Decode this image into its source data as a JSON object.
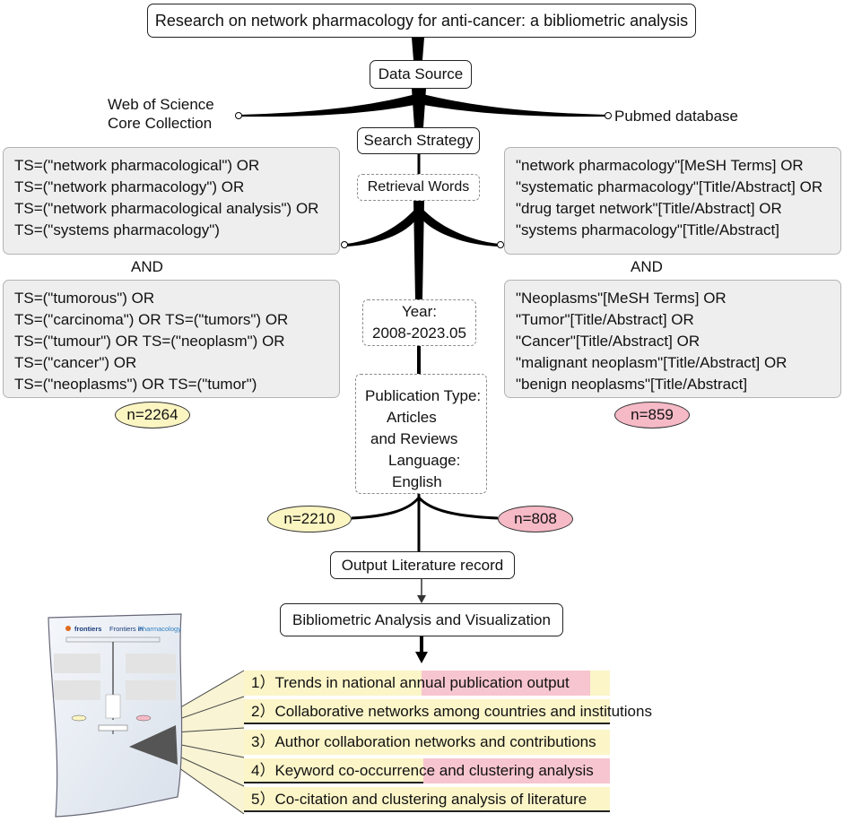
{
  "title": "Research on network pharmacology for anti-cancer: a bibliometric analysis",
  "data_source": "Data Source",
  "sources": {
    "wos_line1": "Web of Science",
    "wos_line2": "Core Collection",
    "pubmed": "Pubmed database"
  },
  "search_strategy": "Search Strategy",
  "retrieval_words": "Retrieval Words",
  "left_query_top": [
    "TS=(\"network pharmacological\") OR",
    "TS=(\"network pharmacology\") OR",
    "TS=(\"network pharmacological analysis\") OR",
    "TS=(\"systems pharmacology\")"
  ],
  "left_and": "AND",
  "left_query_bottom": [
    "TS=(\"tumorous\") OR",
    "TS=(\"carcinoma\") OR TS=(\"tumors\") OR",
    "TS=(\"tumour\") OR TS=(\"neoplasm\") OR",
    "TS=(\"cancer\") OR",
    "TS=(\"neoplasms\") OR TS=(\"tumor\")"
  ],
  "right_query_top": [
    "\"network pharmacology\"[MeSH Terms] OR",
    "\"systematic pharmacology\"[Title/Abstract] OR",
    "\"drug target network\"[Title/Abstract] OR",
    "\"systems pharmacology\"[Title/Abstract]"
  ],
  "right_and": "AND",
  "right_query_bottom": [
    "\"Neoplasms\"[MeSH Terms] OR",
    "\"Tumor\"[Title/Abstract] OR",
    "\"Cancer\"[Title/Abstract] OR",
    "\"malignant neoplasm\"[Title/Abstract] OR",
    "\"benign neoplasms\"[Title/Abstract]"
  ],
  "n_wos": "n=2264",
  "n_pubmed": "n=859",
  "year_label": "Year:",
  "year_range": "2008-2023.05",
  "pub_type": [
    "Publication Type:",
    "Articles",
    "and Reviews",
    "Language:",
    "English"
  ],
  "n_wos_filtered": "n=2210",
  "n_pubmed_filtered": "n=808",
  "output_record": "Output Literature record",
  "analysis_title": "Bibliometric Analysis and Visualization",
  "analyses": [
    "1）Trends in national annual publication output",
    "2）Collaborative networks among countries and institutions",
    "3）Author collaboration networks and contributions",
    "4）Keyword co-occurrence and clustering analysis",
    "5）Co-citation and clustering analysis of literature"
  ],
  "journal": {
    "brand": "frontiers",
    "name_prefix": "Frontiers in",
    "name_suffix": "Pharmacology"
  },
  "colors": {
    "yellow": "#fbf5c2",
    "pink": "#f6b9c6",
    "panel_gray": "#eeeeee",
    "pharmacology_blue": "#2f7fc1",
    "frontiers_blue": "#1a3a7a"
  }
}
